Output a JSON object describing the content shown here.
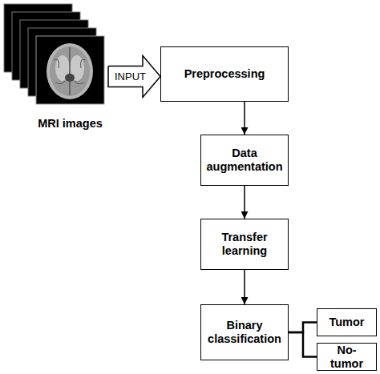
{
  "diagram": {
    "nodes": [
      {
        "text": [
          "MRI images"
        ]
      },
      {
        "text": [
          "Preprocessing"
        ]
      },
      {
        "text": [
          "Data augmentation"
        ]
      },
      {
        "text": [
          "Transfer learning"
        ]
      },
      {
        "text": [
          "Binary classification"
        ]
      },
      {
        "text": [
          "Tumor"
        ]
      },
      {
        "text": [
          "No-tumor"
        ]
      }
    ],
    "edges": [
      {
        "from": 0,
        "to": 1,
        "label": "INPUT",
        "arrow": "to"
      },
      {
        "from": 1,
        "to": 2,
        "arrow": "to"
      },
      {
        "from": 2,
        "to": 3,
        "arrow": "to"
      },
      {
        "from": 3,
        "to": 4,
        "arrow": "to"
      },
      {
        "from": 4,
        "to": 5,
        "arrow": "none"
      },
      {
        "from": 4,
        "to": 6,
        "arrow": "none"
      }
    ]
  }
}
